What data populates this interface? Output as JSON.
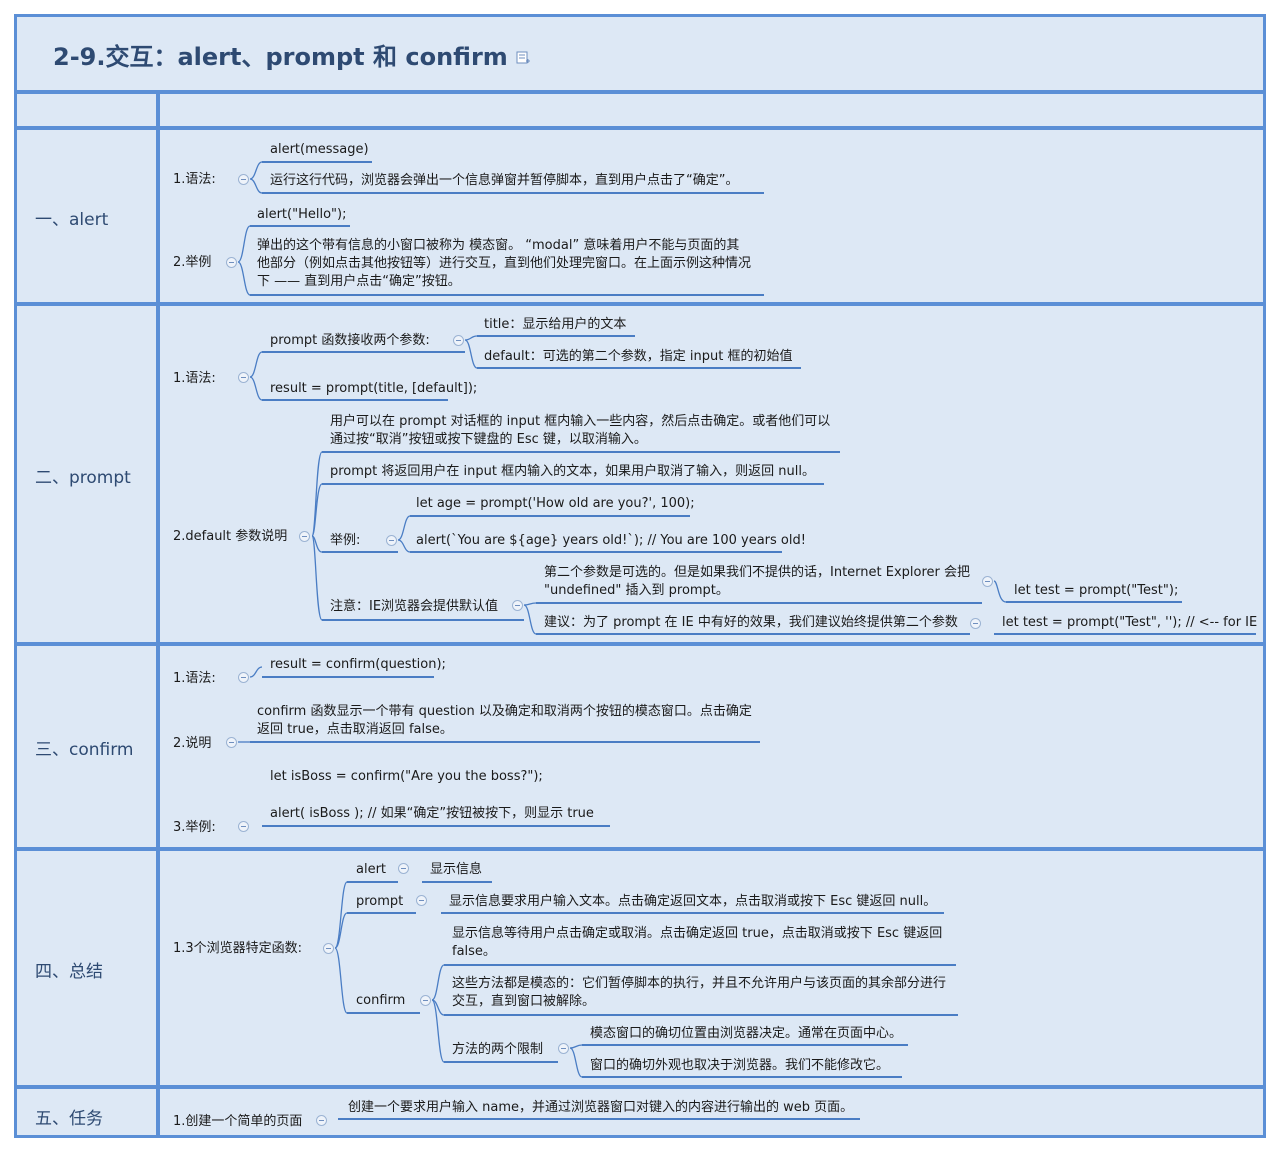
{
  "title": "2-9.交互：alert、prompt 和 confirm",
  "sections": {
    "alert": "一、alert",
    "prompt": "二、prompt",
    "confirm": "三、confirm",
    "summary": "四、总结",
    "task": "五、任务"
  },
  "alert": {
    "syntax_label": "1.语法:",
    "syntax_code": "alert(message)",
    "syntax_desc": "运行这行代码，浏览器会弹出一个信息弹窗并暂停脚本，直到用户点击了“确定”。",
    "example_label": "2.举例",
    "example_code": "alert(\"Hello\");",
    "example_desc_1": "弹出的这个带有信息的小窗口被称为 模态窗。 “modal” 意味着用户不能与页面的其",
    "example_desc_2": "他部分（例如点击其他按钮等）进行交互，直到他们处理完窗口。在上面示例这种情况",
    "example_desc_3": "下 —— 直到用户点击“确定”按钮。"
  },
  "prompt": {
    "syntax_label": "1.语法:",
    "params_label": "prompt 函数接收两个参数:",
    "param_title": "title：显示给用户的文本",
    "param_default": "default：可选的第二个参数，指定 input 框的初始值",
    "result_code": "result = prompt(title, [default]);",
    "default_label": "2.default 参数说明",
    "desc1_1": "用户可以在 prompt 对话框的 input 框内输入一些内容，然后点击确定。或者他们可以",
    "desc1_2": "通过按“取消”按钮或按下键盘的 Esc 键，以取消输入。",
    "desc2": "prompt 将返回用户在 input 框内输入的文本，如果用户取消了输入，则返回 null。",
    "example_label": "举例:",
    "example_code1": "let age = prompt('How old are you?', 100);",
    "example_code2": "alert(`You are ${age} years old!`); // You are 100 years old!",
    "note_label": "注意：IE浏览器会提供默认值",
    "note1_1": "第二个参数是可选的。但是如果我们不提供的话，Internet Explorer 会把",
    "note1_2": "\"undefined\" 插入到 prompt。",
    "note1_code": "let test = prompt(\"Test\");",
    "note2": "建议：为了 prompt 在 IE 中有好的效果，我们建议始终提供第二个参数",
    "note2_code": "let test = prompt(\"Test\", ''); // <-- for IE"
  },
  "confirm": {
    "syntax_label": "1.语法:",
    "syntax_code": "result = confirm(question);",
    "desc_label": "2.说明",
    "desc_1": "confirm 函数显示一个带有 question 以及确定和取消两个按钮的模态窗口。点击确定",
    "desc_2": "返回 true，点击取消返回 false。",
    "example_label": "3.举例:",
    "example_code1": "let isBoss = confirm(\"Are you the boss?\");",
    "example_code2": "alert( isBoss ); // 如果“确定”按钮被按下，则显示 true"
  },
  "summary": {
    "functions_label": "1.3个浏览器特定函数:",
    "alert_label": "alert",
    "alert_desc": "显示信息",
    "prompt_label": "prompt",
    "prompt_desc": "显示信息要求用户输入文本。点击确定返回文本，点击取消或按下 Esc 键返回 null。",
    "confirm_label": "confirm",
    "confirm_desc_1": "显示信息等待用户点击确定或取消。点击确定返回 true，点击取消或按下 Esc 键返回",
    "confirm_desc_2": "false。",
    "modal_desc_1": "这些方法都是模态的：它们暂停脚本的执行，并且不允许用户与该页面的其余部分进行",
    "modal_desc_2": "交互，直到窗口被解除。",
    "limits_label": "方法的两个限制",
    "limit1": "模态窗口的确切位置由浏览器决定。通常在页面中心。",
    "limit2": "窗口的确切外观也取决于浏览器。我们不能修改它。"
  },
  "task": {
    "label": "1.创建一个简单的页面",
    "desc": "创建一个要求用户输入 name，并通过浏览器窗口对键入的内容进行输出的 web 页面。"
  }
}
